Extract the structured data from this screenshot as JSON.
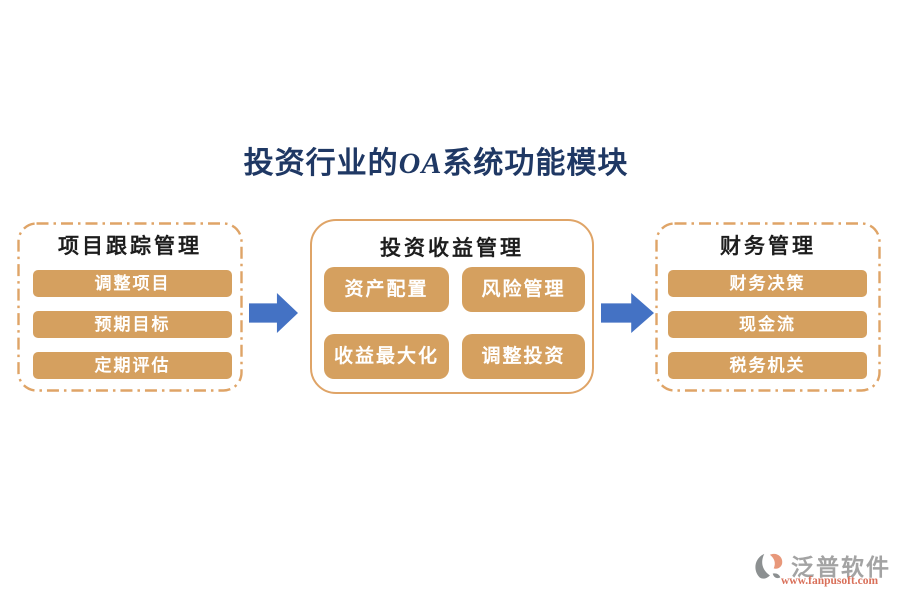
{
  "title": {
    "prefix": "投资行业的",
    "em": "OA",
    "suffix": "系统功能模块",
    "full": "投资行业的OA系统功能模块"
  },
  "panels": [
    {
      "title": "项目跟踪管理",
      "border_style": "dash-dot",
      "items": [
        "调整项目",
        "预期目标",
        "定期评估"
      ]
    },
    {
      "title": "投资收益管理",
      "border_style": "solid",
      "items": [
        "资产配置",
        "风险管理",
        "收益最大化",
        "调整投资"
      ]
    },
    {
      "title": "财务管理",
      "border_style": "dash-dot",
      "items": [
        "财务决策",
        "现金流",
        "税务机关"
      ]
    }
  ],
  "icons": {
    "flow_arrows": [
      "right-arrow-icon",
      "right-arrow-icon"
    ],
    "logo": "fanpu-swirl-icon"
  },
  "watermark": {
    "brand": "泛普软件",
    "url": "www.fanpusoft.com"
  },
  "colors": {
    "title_navy": "#1F3864",
    "panel_border_tan": "#DFA467",
    "button_tan": "#D5A05F",
    "button_text": "#FFFFFF",
    "heading_text": "#1D1D1D",
    "arrow_blue": "#4472C4",
    "brand_gray": "#A3A3A3",
    "url_orange": "#D9705A",
    "logo_salmon": "#E8987A",
    "logo_gray": "#8C9091"
  }
}
